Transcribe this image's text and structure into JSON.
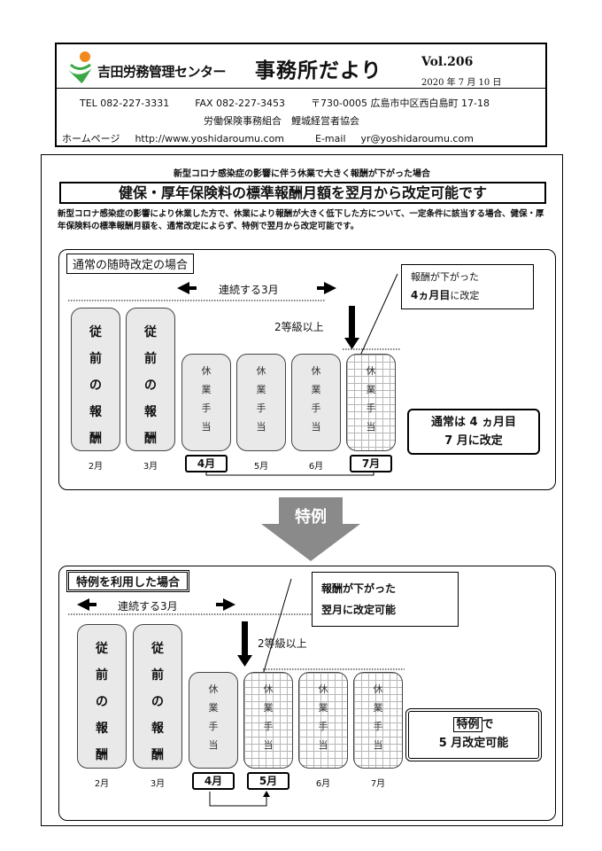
{
  "header": {
    "center_name": "吉田労務管理センター",
    "newsletter_title": "事務所だより",
    "volume": "Vol.206",
    "date": "2020 年 7 月 10 日",
    "tel": "TEL 082-227-3331",
    "fax": "FAX 082-227-3453",
    "address": "〒730-0005 広島市中区西白島町 17-18",
    "organizations": "労働保険事務組合　鯉城経営者協会",
    "homepage_label": "ホームページ",
    "homepage_url": "http://www.yoshidaroumu.com",
    "email_label": "E-mail",
    "email": "yr@yoshidaroumu.com"
  },
  "article": {
    "subheading": "新型コロナ感染症の影響に伴う休業で大きく報酬が下がった場合",
    "headline": "健保・厚年保険料の標準報酬月額を翌月から改定可能です",
    "intro": "新型コロナ感染症の影響により休業した方で、休業により報酬が大きく低下した方について、一定条件に該当する場合、健保・厚年保険料の標準報酬月額を、通常改定によらず、特例で翌月から改定可能です。"
  },
  "normal_case": {
    "label": "通常の随時改定の場合",
    "consecutive": "連続する3月",
    "grade_change": "2等級以上",
    "callout_line1": "報酬が下がった",
    "callout_bold": "4ヵ月目",
    "callout_suffix": "に改定",
    "result_line1": "通常は 4 ヵ月目",
    "result_line2": "7 月に改定",
    "columns": [
      {
        "text": [
          "従",
          "前",
          "の",
          "報",
          "酬"
        ],
        "month": "2月",
        "highlighted": false
      },
      {
        "text": [
          "従",
          "前",
          "の",
          "報",
          "酬"
        ],
        "month": "3月",
        "highlighted": false
      },
      {
        "text": [
          "休",
          "業",
          "手",
          "当"
        ],
        "month": "4月",
        "highlighted": true
      },
      {
        "text": [
          "休",
          "業",
          "手",
          "当"
        ],
        "month": "5月",
        "highlighted": false
      },
      {
        "text": [
          "休",
          "業",
          "手",
          "当"
        ],
        "month": "6月",
        "highlighted": false
      },
      {
        "text": [
          "休",
          "業",
          "手",
          "当"
        ],
        "month": "7月",
        "highlighted": true
      }
    ]
  },
  "transition_label": "特例",
  "special_case": {
    "label": "特例を利用した場合",
    "consecutive": "連続する3月",
    "grade_change": "2等級以上",
    "callout_line1": "報酬が下がった",
    "callout_line2": "翌月に改定可能",
    "result_boxed": "特例",
    "result_suffix": "で",
    "result_line2": "5 月改定可能",
    "columns": [
      {
        "text": [
          "従",
          "前",
          "の",
          "報",
          "酬"
        ],
        "month": "2月",
        "highlighted": false
      },
      {
        "text": [
          "従",
          "前",
          "の",
          "報",
          "酬"
        ],
        "month": "3月",
        "highlighted": false
      },
      {
        "text": [
          "休",
          "業",
          "手",
          "当"
        ],
        "month": "4月",
        "highlighted": true
      },
      {
        "text": [
          "休",
          "業",
          "手",
          "当"
        ],
        "month": "5月",
        "highlighted": true
      },
      {
        "text": [
          "休",
          "業",
          "手",
          "当"
        ],
        "month": "6月",
        "highlighted": false
      },
      {
        "text": [
          "休",
          "業",
          "手",
          "当"
        ],
        "month": "7月",
        "highlighted": false
      }
    ]
  },
  "colors": {
    "logo_green": "#3aa845",
    "logo_orange": "#f08a1c",
    "arrow_gray": "#8a8a8a"
  }
}
